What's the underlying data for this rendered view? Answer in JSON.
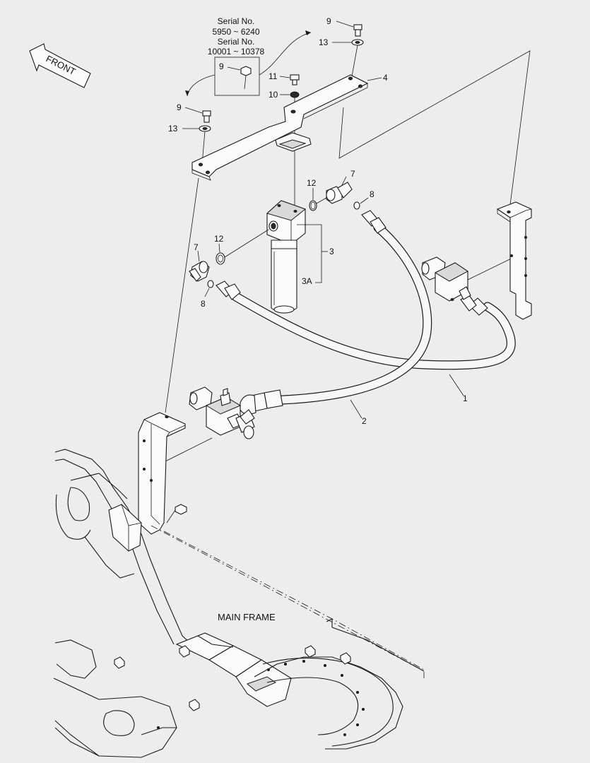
{
  "diagram": {
    "serial_block": {
      "line1": "Serial No.",
      "line2": "5950 ~ 6240",
      "line3": "Serial No.",
      "line4": "10001 ~ 10378"
    },
    "front_arrow_label": "FRONT",
    "main_frame_label": "MAIN FRAME",
    "callouts": {
      "c9_top": "9",
      "c13_top": "13",
      "c9_box": "9",
      "c11": "11",
      "c10": "10",
      "c4": "4",
      "c9_left": "9",
      "c13_left": "13",
      "c12_top": "12",
      "c7_top": "7",
      "c8_top": "8",
      "c3": "3",
      "c3a": "3A",
      "c12_left": "12",
      "c7_left": "7",
      "c8_left": "8",
      "c1": "1",
      "c2": "2"
    }
  }
}
